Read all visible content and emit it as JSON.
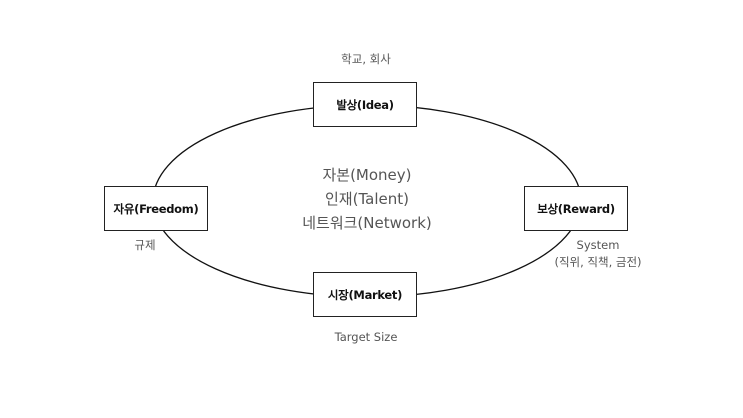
{
  "nodes": {
    "top": "발상(Idea)",
    "left": "자유(Freedom)",
    "right": "보상(Reward)",
    "bottom": "시장(Market)"
  },
  "notes": {
    "top": "학교, 회사",
    "left": "규제",
    "right_line1": "System",
    "right_line2": "(직위, 직책, 금전)",
    "bottom": "Target Size"
  },
  "center": [
    "자본(Money)",
    "인재(Talent)",
    "네트워크(Network)"
  ]
}
